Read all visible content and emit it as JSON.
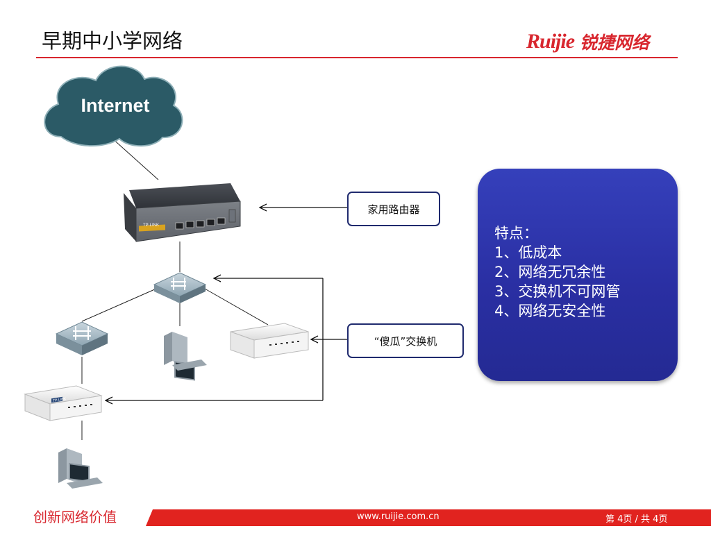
{
  "header": {
    "title": "早期中小学网络",
    "logo_latin": "Ruijie",
    "logo_cn": "锐捷网络",
    "accent_color": "#d8262e"
  },
  "diagram": {
    "cloud_label": "Internet",
    "router_callout": "家用路由器",
    "switch_callout": "“傻瓜”交换机",
    "router_brand": "TP-LINK",
    "switch_brand": "TP-LINK"
  },
  "features": {
    "heading": "特点：",
    "items": [
      "1、低成本",
      "2、网络无冗余性",
      "3、交换机不可网管",
      "4、网络无安全性"
    ],
    "card_color": "#2a2fa3"
  },
  "footer": {
    "slogan": "创新网络价值",
    "url": "www.ruijie.com.cn",
    "page": "第 4页  / 共 4页",
    "bar_color": "#e1231f"
  }
}
